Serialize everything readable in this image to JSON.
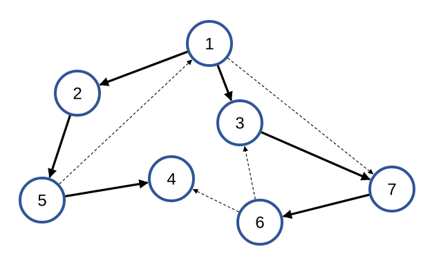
{
  "graph": {
    "node_style": {
      "fill": "#ffffff",
      "stroke": "#2f5597"
    },
    "edge_color": "#000000",
    "nodes": [
      {
        "id": "1",
        "label": "1"
      },
      {
        "id": "2",
        "label": "2"
      },
      {
        "id": "3",
        "label": "3"
      },
      {
        "id": "4",
        "label": "4"
      },
      {
        "id": "5",
        "label": "5"
      },
      {
        "id": "6",
        "label": "6"
      },
      {
        "id": "7",
        "label": "7"
      }
    ],
    "edges": [
      {
        "from": "1",
        "to": "2",
        "style": "solid"
      },
      {
        "from": "1",
        "to": "3",
        "style": "solid"
      },
      {
        "from": "2",
        "to": "5",
        "style": "solid"
      },
      {
        "from": "3",
        "to": "7",
        "style": "solid"
      },
      {
        "from": "5",
        "to": "4",
        "style": "solid"
      },
      {
        "from": "7",
        "to": "6",
        "style": "solid"
      },
      {
        "from": "5",
        "to": "1",
        "style": "dashed"
      },
      {
        "from": "1",
        "to": "7",
        "style": "dashed"
      },
      {
        "from": "6",
        "to": "3",
        "style": "dashed"
      },
      {
        "from": "6",
        "to": "4",
        "style": "dashed"
      }
    ]
  }
}
